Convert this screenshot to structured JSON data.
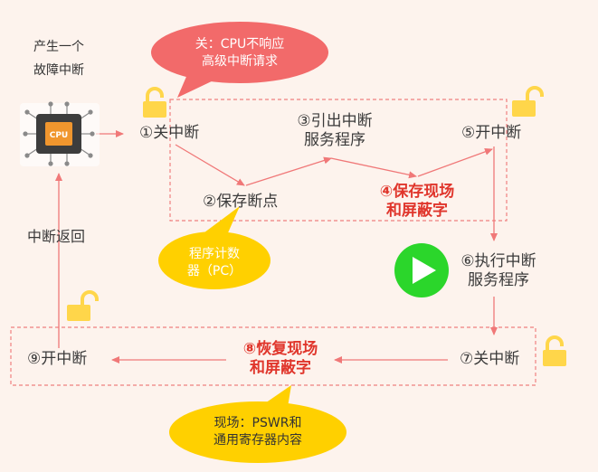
{
  "source": {
    "line1": "产生一个",
    "line2": "故障中断"
  },
  "cpu_chip_text": "CPU",
  "bubbles": {
    "top": {
      "line1": "关：CPU不响应",
      "line2": "高级中断请求",
      "color": "#f26a6a"
    },
    "pc": {
      "line1": "程序计数",
      "line2": "器（PC）",
      "color": "#ffd000"
    },
    "scene": {
      "line1": "现场：PSWR和",
      "line2": "通用寄存器内容",
      "color": "#ffd000"
    }
  },
  "steps": {
    "s1": "①关中断",
    "s2": "②保存断点",
    "s3": {
      "line1": "③引出中断",
      "line2": "服务程序"
    },
    "s4": {
      "line1": "④保存现场",
      "line2": "和屏蔽字"
    },
    "s5": "⑤开中断",
    "s6": {
      "line1": "⑥执行中断",
      "line2": "服务程序"
    },
    "s7": "⑦关中断",
    "s8": {
      "line1": "⑧恢复现场",
      "line2": "和屏蔽字"
    },
    "s9": "⑨开中断"
  },
  "return_label": "中断返回",
  "colors": {
    "arrow": "#f07878",
    "dashed_box": "#f08080",
    "lock": "#ffd64a",
    "highlight_text": "#e0362c",
    "play_button": "#2bd62b",
    "background": "#fdf3ed"
  },
  "icons": [
    "cpu-chip-icon",
    "unlocked-padlock-icon",
    "play-icon"
  ]
}
